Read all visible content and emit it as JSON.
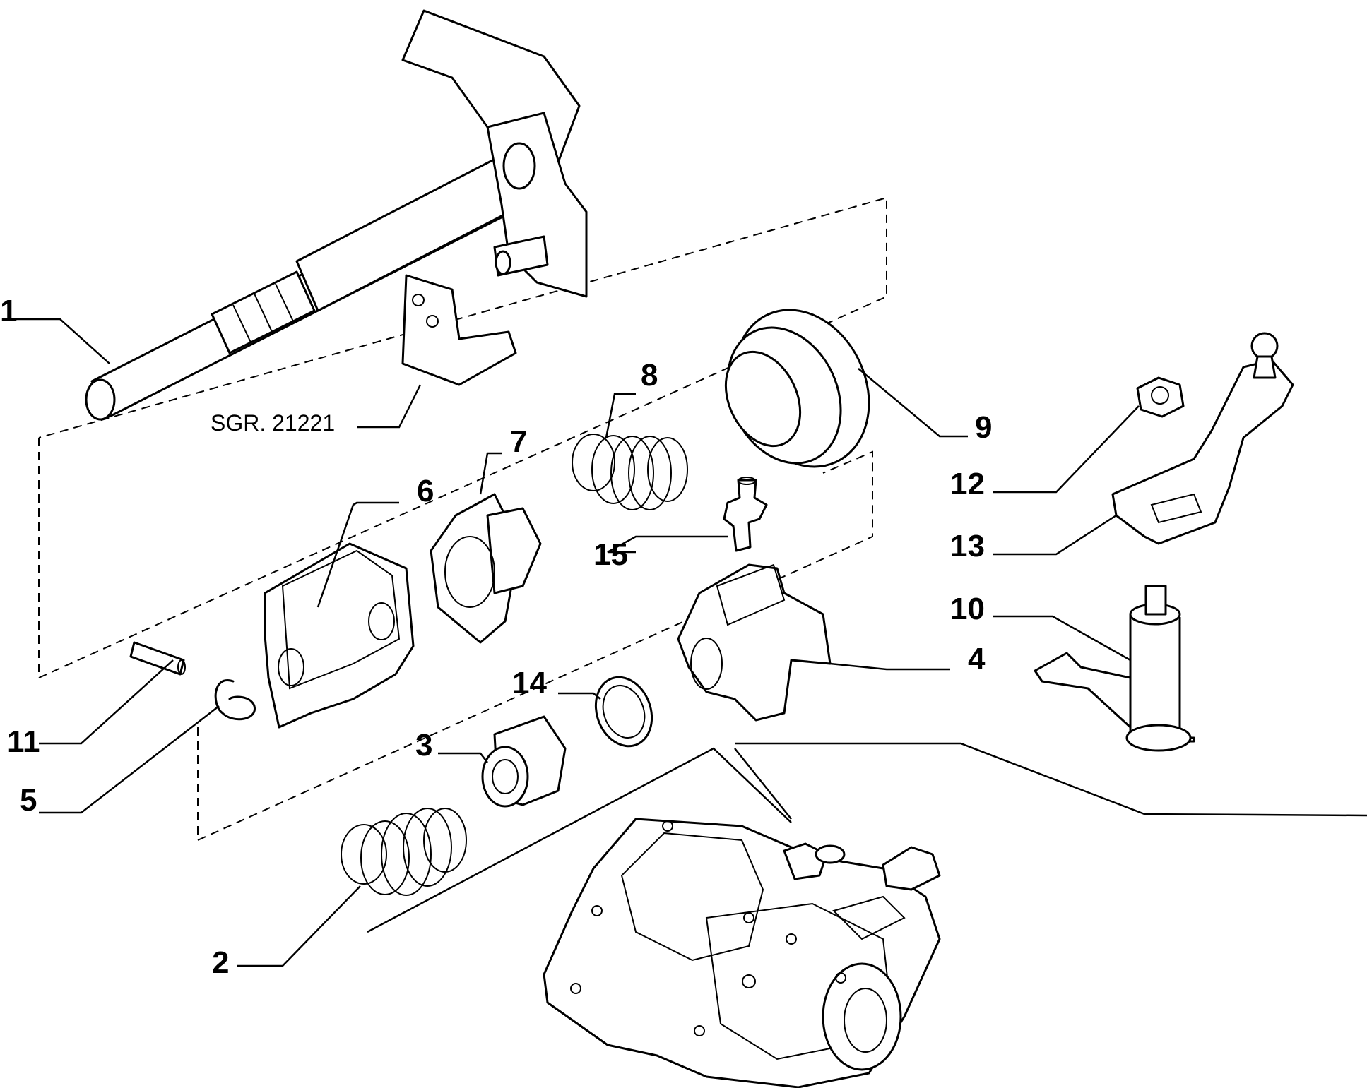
{
  "diagram": {
    "colors": {
      "line": "#000000",
      "background": "#ffffff"
    },
    "reference_label": "SGR. 21221",
    "callouts": [
      {
        "id": "1",
        "label": "1"
      },
      {
        "id": "2",
        "label": "2"
      },
      {
        "id": "3",
        "label": "3"
      },
      {
        "id": "4",
        "label": "4"
      },
      {
        "id": "5",
        "label": "5"
      },
      {
        "id": "6",
        "label": "6"
      },
      {
        "id": "7",
        "label": "7"
      },
      {
        "id": "8",
        "label": "8"
      },
      {
        "id": "9",
        "label": "9"
      },
      {
        "id": "10",
        "label": "10"
      },
      {
        "id": "11",
        "label": "11"
      },
      {
        "id": "12",
        "label": "12"
      },
      {
        "id": "13",
        "label": "13"
      },
      {
        "id": "14",
        "label": "14"
      },
      {
        "id": "15",
        "label": "15"
      }
    ]
  }
}
